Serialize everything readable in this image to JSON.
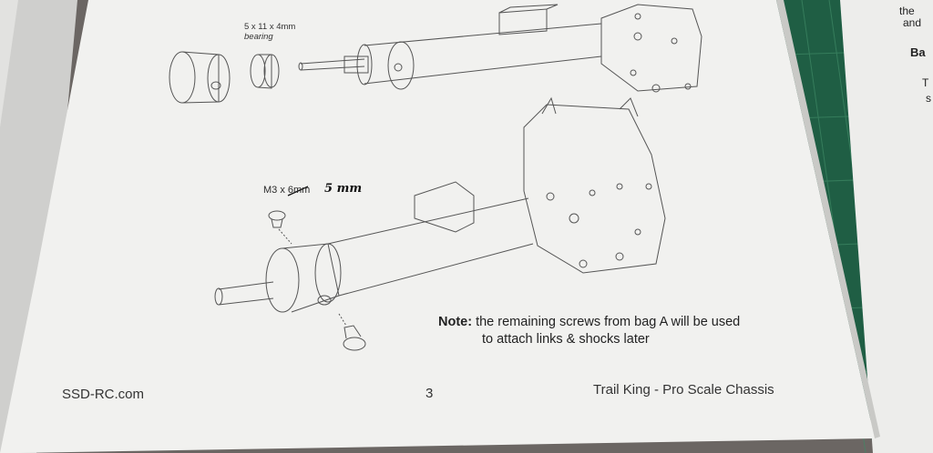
{
  "bearing_label": {
    "line1": "5 x 11 x 4mm",
    "line2": "bearing"
  },
  "screw_label": {
    "printed": "M3 x 6mm",
    "handwritten": "5 mm"
  },
  "note": {
    "prefix": "Note:",
    "line1": "the remaining screws from bag A will be used",
    "line2": "to attach links & shocks later"
  },
  "footer": {
    "site": "SSD-RC.com",
    "page_number": "3",
    "title": "Trail King - Pro Scale Chassis"
  },
  "adjacent_page_fragments": {
    "line1": "the",
    "line2": "and",
    "heading": "Ba",
    "line3": "T",
    "line4": "s"
  },
  "colors": {
    "paper": "#f1f1ef",
    "cutting_mat": "#1f5e44",
    "line_art": "#555555"
  }
}
